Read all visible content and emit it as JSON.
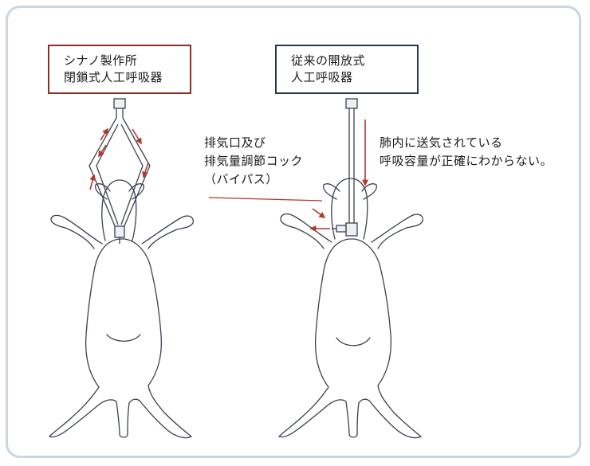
{
  "left_label": {
    "line1": "シナノ製作所",
    "line2": "閉鎖式人工呼吸器"
  },
  "right_label": {
    "line1": "従来の開放式",
    "line2": "人工呼吸器"
  },
  "bypass_note": {
    "line1": "排気口及び",
    "line2": "排気量調節コック",
    "line3": "（バイパス）"
  },
  "volume_note": {
    "line1": "肺内に送気されている",
    "line2": "呼吸容量が正確にわからない。"
  },
  "colors": {
    "frame": "#c9d6e2",
    "left_box_border": "#8e2d22",
    "right_box_border": "#2a3650",
    "arrow": "#b2382b",
    "lines": "#3a4150"
  }
}
